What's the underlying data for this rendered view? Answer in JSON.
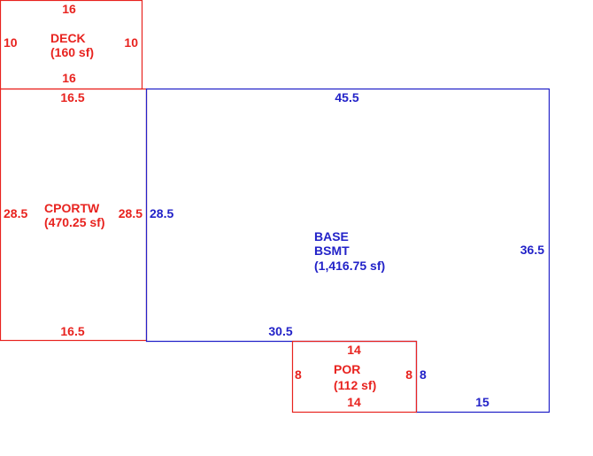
{
  "colors": {
    "red": "#e8231f",
    "blue": "#2222c8"
  },
  "deck": {
    "label": "DECK",
    "area": "(160 sf)",
    "top": "16",
    "bottom": "16",
    "left": "10",
    "right": "10"
  },
  "cportw": {
    "label": "CPORTW",
    "area": "(470.25 sf)",
    "top": "16.5",
    "bottom": "16.5",
    "left": "28.5",
    "right": "28.5"
  },
  "base": {
    "label1": "BASE",
    "label2": "BSMT",
    "area": "(1,416.75 sf)",
    "top": "45.5",
    "left": "28.5",
    "right": "36.5",
    "bottom_left": "30.5",
    "step": "8",
    "bottom_right": "15"
  },
  "por": {
    "label": "POR",
    "area": "(112 sf)",
    "top": "14",
    "bottom": "14",
    "left": "8",
    "right": "8"
  }
}
